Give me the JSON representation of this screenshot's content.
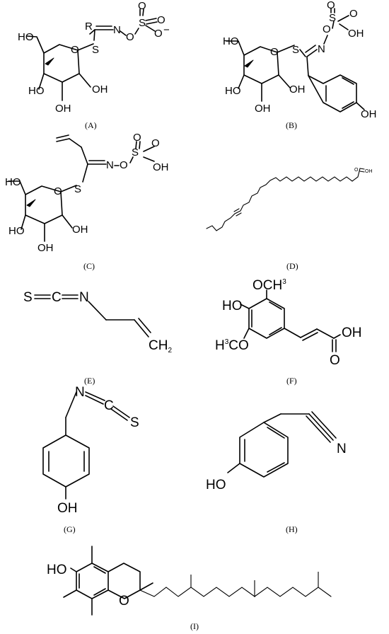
{
  "compounds": [
    {
      "id": "A",
      "caption": "(A)",
      "labels": {
        "r": "R",
        "n": "N",
        "o": "O",
        "s": "S",
        "o_up": "O",
        "o_right": "O",
        "o_charge": "O",
        "charge": "−",
        "s_link": "S",
        "ring_o": "O",
        "ho": "HO",
        "ho2": "HO",
        "oh": "OH",
        "oh_bottom": "OH"
      }
    },
    {
      "id": "B",
      "caption": "(B)",
      "labels": {
        "o1": "O",
        "o2": "O",
        "s": "S",
        "oh": "OH",
        "o": "O",
        "n": "N",
        "s_link": "S",
        "ring_o": "O",
        "ho": "HO",
        "ho2": "HO",
        "oh_ring": "OH",
        "oh_bottom": "OH",
        "oh_phenol": "OH"
      }
    },
    {
      "id": "C",
      "caption": "(C)",
      "labels": {
        "o1": "O",
        "o2": "O",
        "s": "S",
        "oh": "OH",
        "n": "N",
        "o": "O",
        "s_link": "S",
        "ring_o": "O",
        "ho": "HO",
        "ho2": "HO",
        "oh_ring": "OH",
        "oh_bottom": "OH"
      }
    },
    {
      "id": "D",
      "caption": "(D)",
      "labels": {
        "oh": "OH",
        "o": "O"
      }
    },
    {
      "id": "E",
      "caption": "(E)",
      "labels": {
        "s": "S",
        "c": "C",
        "n": "N",
        "ch": "CH",
        "sub2": "2"
      }
    },
    {
      "id": "F",
      "caption": "(F)",
      "labels": {
        "och": "OCH",
        "sup3": "3",
        "ho": "HO",
        "h": "H",
        "sup3b": "3",
        "co": "CO",
        "oh": "OH",
        "o": "O"
      }
    },
    {
      "id": "G",
      "caption": "(G)",
      "labels": {
        "n": "N",
        "c": "C",
        "s": "S",
        "oh": "OH"
      }
    },
    {
      "id": "H",
      "caption": "(H)",
      "labels": {
        "ho": "HO",
        "n": "N"
      }
    },
    {
      "id": "I",
      "caption": "(I)",
      "labels": {
        "ho": "HO",
        "o": "O"
      }
    }
  ]
}
